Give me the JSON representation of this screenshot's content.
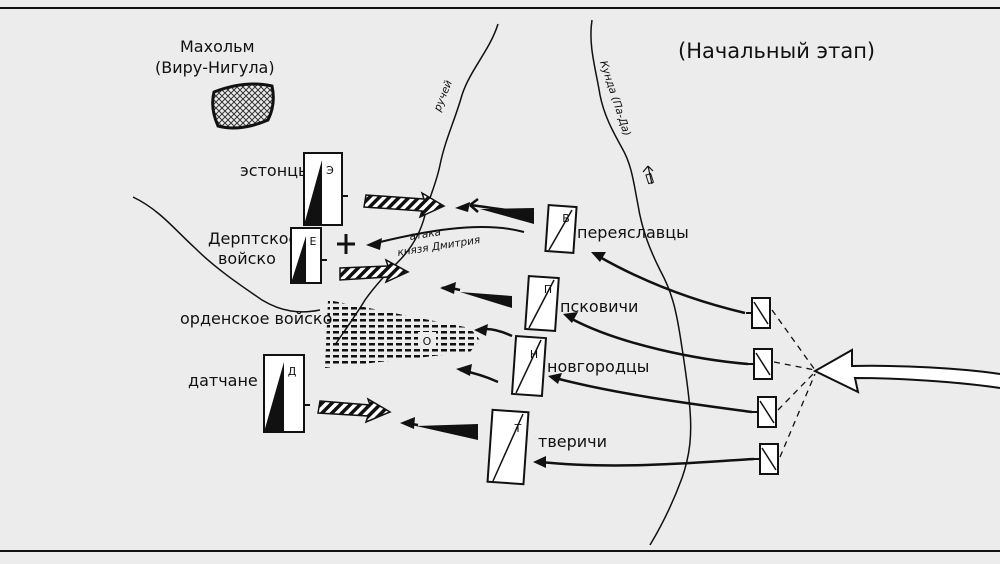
{
  "title": "(Начальный этап)",
  "places": {
    "mahholm_name": "Махольм",
    "mahholm_alt": "(Виру-Нигула)"
  },
  "waters": {
    "creek": "ручей",
    "river": "Кунда (Па-Да)"
  },
  "attack_note": {
    "line1": "атака",
    "line2": "князя Дмитрия"
  },
  "left_forces": [
    {
      "id": "estonians",
      "label": "эстонцы",
      "letter": "Э"
    },
    {
      "id": "dorpat",
      "label_line1": "Дерптское",
      "label_line2": "войско",
      "letter": "Е"
    },
    {
      "id": "order",
      "label": "орденское войско",
      "letter": "О"
    },
    {
      "id": "danes",
      "label": "датчане",
      "letter": "Д"
    }
  ],
  "right_forces": [
    {
      "id": "pereyaslavl",
      "label": "переяславцы",
      "letter": "В"
    },
    {
      "id": "pskov",
      "label": "псковичи",
      "letter": "П"
    },
    {
      "id": "novgorod",
      "label": "новгородцы",
      "letter": "Н"
    },
    {
      "id": "tver",
      "label": "тверичи",
      "letter": "Т"
    }
  ],
  "colors": {
    "background": "#ececec",
    "ink": "#111111"
  }
}
